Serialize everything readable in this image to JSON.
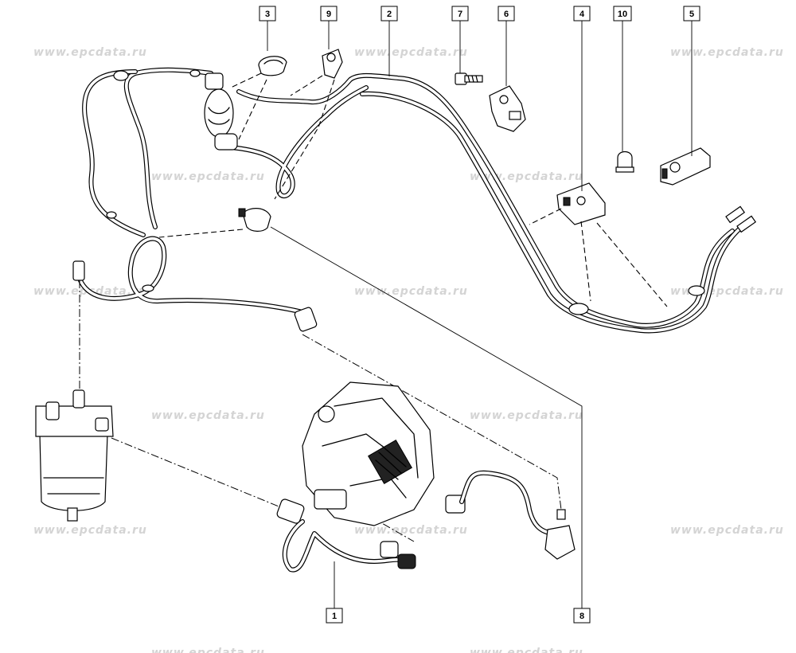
{
  "watermark": "www.epcdata.ru",
  "callouts": [
    {
      "id": "callout-3",
      "label": "3"
    },
    {
      "id": "callout-9",
      "label": "9"
    },
    {
      "id": "callout-2",
      "label": "2"
    },
    {
      "id": "callout-7",
      "label": "7"
    },
    {
      "id": "callout-6",
      "label": "6"
    },
    {
      "id": "callout-4",
      "label": "4"
    },
    {
      "id": "callout-10",
      "label": "10"
    },
    {
      "id": "callout-5",
      "label": "5"
    },
    {
      "id": "callout-1",
      "label": "1"
    },
    {
      "id": "callout-8",
      "label": "8"
    }
  ]
}
